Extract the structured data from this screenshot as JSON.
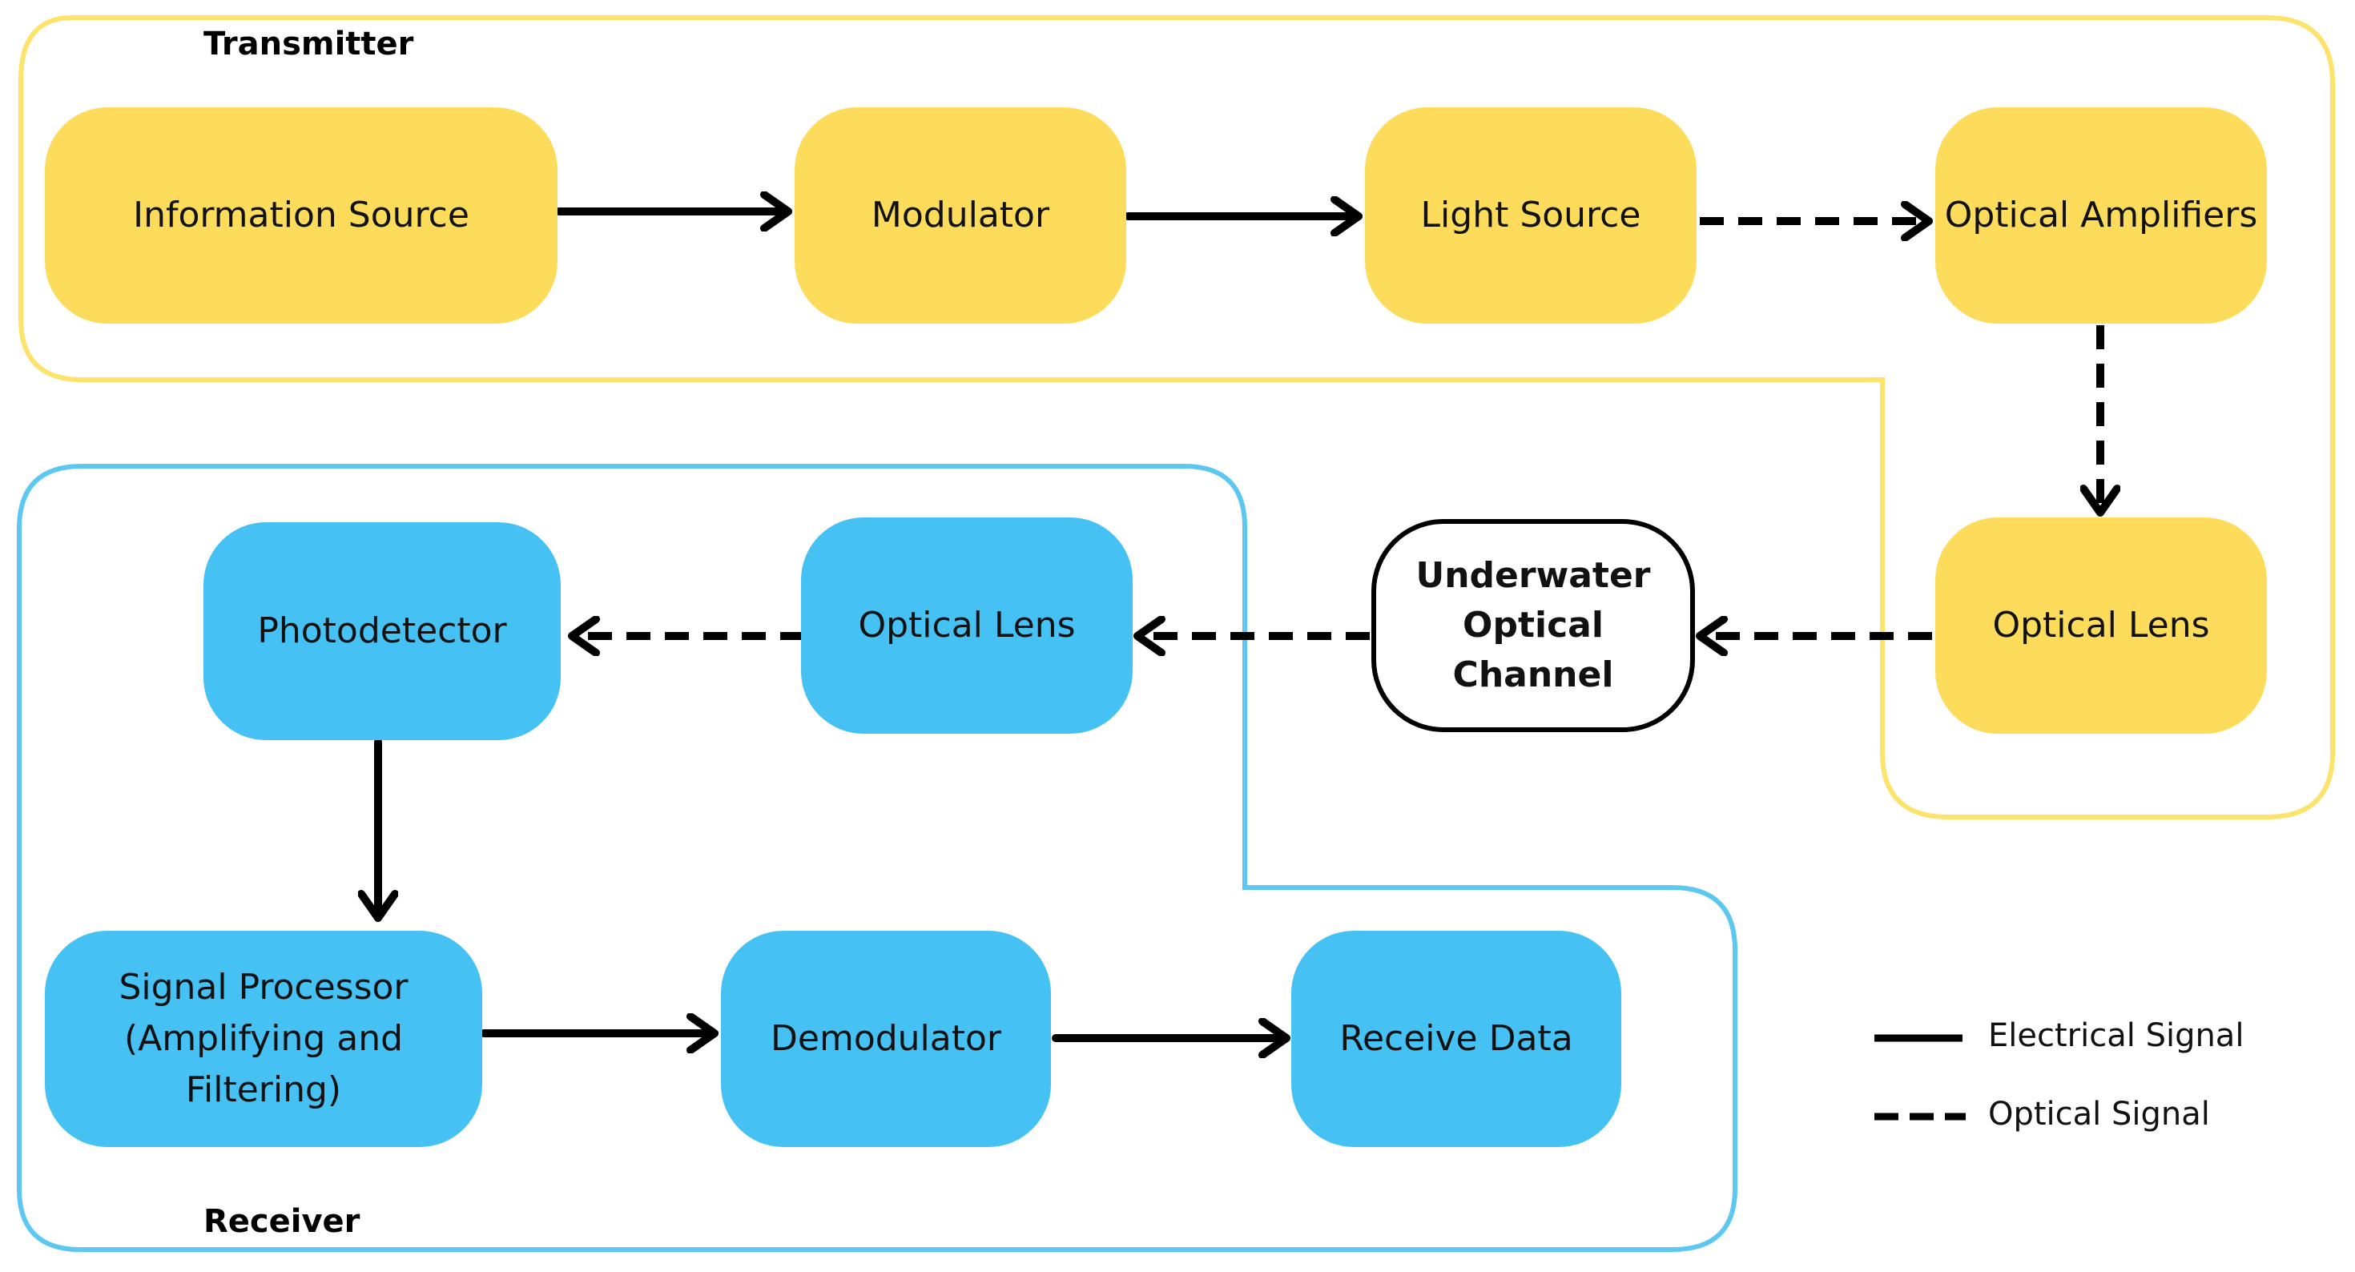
{
  "groups": {
    "transmitter": {
      "label": "Transmitter",
      "color": "#fddc5c"
    },
    "receiver": {
      "label": "Receiver",
      "color": "#45c1f4"
    }
  },
  "nodes": {
    "information_source": "Information Source",
    "modulator": "Modulator",
    "light_source": "Light Source",
    "optical_amplifiers": "Optical Amplifiers",
    "optical_lens_tx": "Optical Lens",
    "underwater_channel": "Underwater\nOptical\nChannel",
    "optical_lens_rx": "Optical Lens",
    "photodetector": "Photodetector",
    "signal_processor": "Signal Processor\n(Amplifying and\nFiltering)",
    "demodulator": "Demodulator",
    "receive_data": "Receive Data"
  },
  "edges": [
    {
      "from": "information_source",
      "to": "modulator",
      "type": "electrical"
    },
    {
      "from": "modulator",
      "to": "light_source",
      "type": "electrical"
    },
    {
      "from": "light_source",
      "to": "optical_amplifiers",
      "type": "optical"
    },
    {
      "from": "optical_amplifiers",
      "to": "optical_lens_tx",
      "type": "optical"
    },
    {
      "from": "optical_lens_tx",
      "to": "underwater_channel",
      "type": "optical"
    },
    {
      "from": "underwater_channel",
      "to": "optical_lens_rx",
      "type": "optical"
    },
    {
      "from": "optical_lens_rx",
      "to": "photodetector",
      "type": "optical"
    },
    {
      "from": "photodetector",
      "to": "signal_processor",
      "type": "electrical"
    },
    {
      "from": "signal_processor",
      "to": "demodulator",
      "type": "electrical"
    },
    {
      "from": "demodulator",
      "to": "receive_data",
      "type": "electrical"
    }
  ],
  "legend": {
    "electrical": "Electrical Signal",
    "optical": "Optical Signal"
  },
  "colors": {
    "transmitter_fill": "#fddc5c",
    "transmitter_outline": "#fde36a",
    "receiver_fill": "#45c1f4",
    "receiver_outline": "#5cc8f2",
    "arrow": "#000000"
  }
}
